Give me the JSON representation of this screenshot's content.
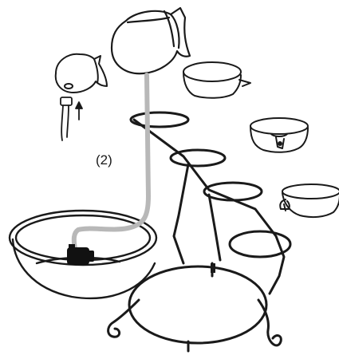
{
  "diagram": {
    "step_label": "(2)",
    "colors": {
      "ink": "#1a1a1a",
      "tube": "#b8b8b8",
      "pump": "#111111",
      "background": "#ffffff"
    },
    "parts": [
      "pitcher-icon",
      "small-jug-icon",
      "pump-plug-icon",
      "bowl-dish-icon",
      "notched-dish-icon",
      "spout-dish-icon",
      "basin-icon",
      "submersible-pump-icon",
      "tubing",
      "fountain-stand",
      "stand-rings",
      "stand-legs"
    ]
  }
}
